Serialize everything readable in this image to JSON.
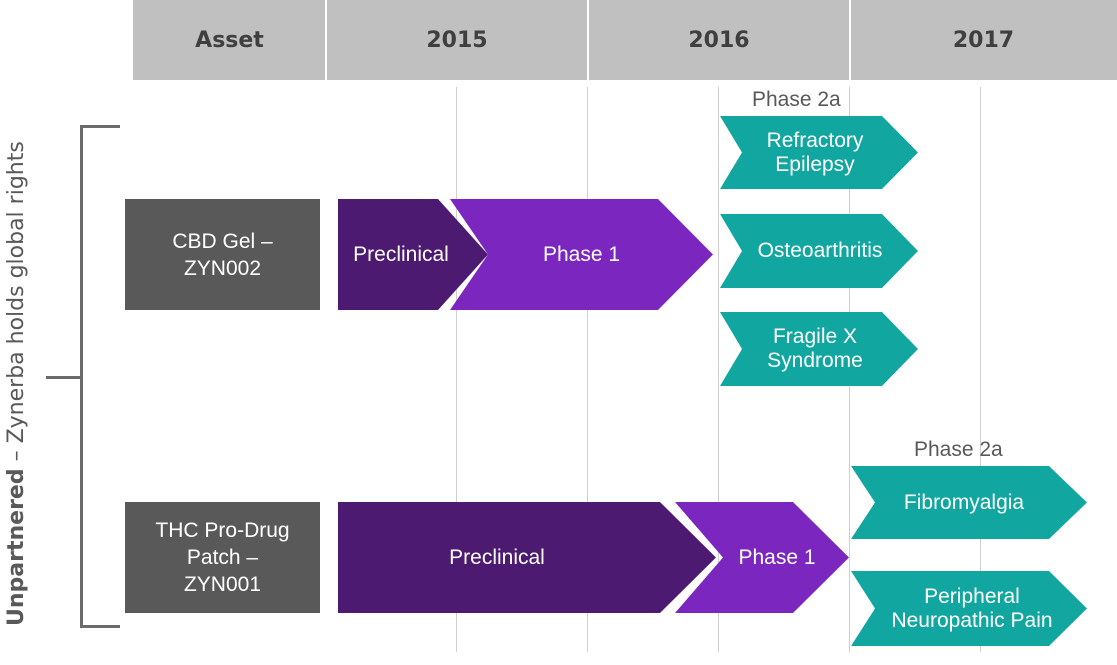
{
  "header": {
    "asset": "Asset",
    "years": [
      "2015",
      "2016",
      "2017"
    ]
  },
  "sidebar": {
    "bold": "Unpartnered",
    "rest": " – Zynerba holds global rights"
  },
  "assets": [
    {
      "line1": "CBD Gel –",
      "line2": "ZYN002"
    },
    {
      "line1": "THC Pro-Drug",
      "line2": "Patch –",
      "line3": "ZYN001"
    }
  ],
  "zyn002": {
    "preclinical": "Preclinical",
    "phase1": "Phase 1",
    "phase2_label": "Phase 2a",
    "indications": [
      {
        "line1": "Refractory",
        "line2": "Epilepsy"
      },
      {
        "line1": "Osteoarthritis"
      },
      {
        "line1": "Fragile X",
        "line2": "Syndrome"
      }
    ]
  },
  "zyn001": {
    "preclinical": "Preclinical",
    "phase1": "Phase 1",
    "phase2_label": "Phase 2a",
    "indications": [
      {
        "line1": "Fibromyalgia"
      },
      {
        "line1": "Peripheral",
        "line2": "Neuropathic Pain"
      }
    ]
  },
  "colors": {
    "header_bg": "#c0c0c0",
    "asset_bg": "#595959",
    "preclinical": "#4c1a70",
    "phase1": "#7b26bf",
    "phase2": "#12a6a0"
  }
}
